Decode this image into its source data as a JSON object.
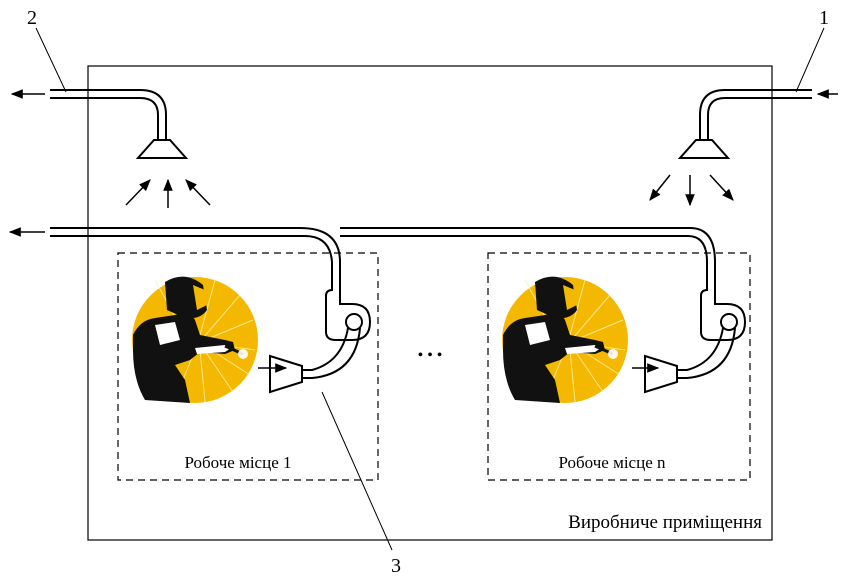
{
  "room_label": "Виробниче приміщення",
  "workplace_1_label": "Робоче місце 1",
  "workplace_n_label": "Робоче місце n",
  "ellipsis": "• • •",
  "callouts": {
    "one": "1",
    "two": "2",
    "three": "3"
  },
  "colors": {
    "line": "#000000",
    "welder_disc": "#f5b800",
    "background": "#ffffff"
  },
  "icons": [
    "welder-icon",
    "fan-icon",
    "hood-icon",
    "arrow-icon"
  ]
}
